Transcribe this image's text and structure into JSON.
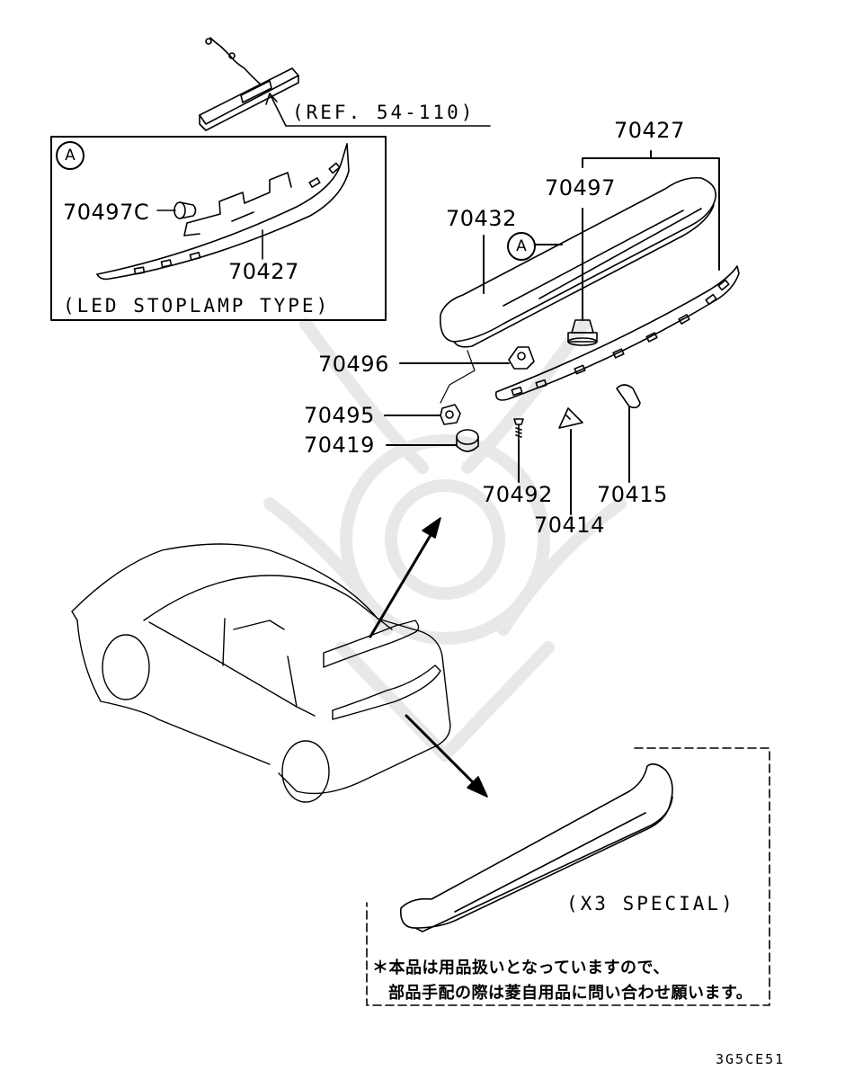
{
  "labels": {
    "ref": "(REF. 54-110)",
    "callout_a_inset": "A",
    "callout_a_main": "A",
    "p70497C": "70497C",
    "p70427_inset": "70427",
    "inset_caption": "(LED STOPLAMP TYPE)",
    "p70427": "70427",
    "p70497": "70497",
    "p70432": "70432",
    "p70496": "70496",
    "p70495": "70495",
    "p70419": "70419",
    "p70492": "70492",
    "p70415": "70415",
    "p70414": "70414",
    "x3_special": "(X3 SPECIAL)",
    "note_line1": "＊本品は用品扱いとなっていますので、",
    "note_line2": "部品手配の際は菱自用品に問い合わせ願います。",
    "diagram_code": "3G5CE51"
  }
}
